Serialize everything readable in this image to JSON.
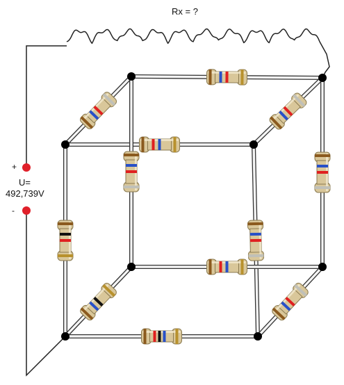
{
  "title": "Rx = ?",
  "source": {
    "plus": "+",
    "minus": "-",
    "name": "U=",
    "value": "492,739V"
  },
  "colors": {
    "wire": "#222222",
    "rail": "#f4f4f4",
    "node": "#000000",
    "terminal": "#e0202a",
    "resistor_body": "#d9c79a",
    "band_brown": "#8b5a1e",
    "band_blue": "#2850c8",
    "band_red": "#e02020",
    "band_black": "#111111",
    "band_gold": "#b8912d",
    "band_silver": "#c0c0b8",
    "band_white": "#e8e8e0"
  },
  "resistors": [
    {
      "id": "r-top-back",
      "bands": [
        "brown",
        "blue",
        "red",
        "gold"
      ]
    },
    {
      "id": "r-top-left",
      "bands": [
        "brown",
        "blue",
        "red",
        "silver"
      ]
    },
    {
      "id": "r-top-right",
      "bands": [
        "brown",
        "blue",
        "red",
        "silver"
      ]
    },
    {
      "id": "r-top-front",
      "bands": [
        "brown",
        "red",
        "blue",
        "gold"
      ]
    },
    {
      "id": "r-back-left",
      "bands": [
        "brown",
        "blue",
        "red",
        "silver"
      ]
    },
    {
      "id": "r-back-right",
      "bands": [
        "brown",
        "blue",
        "red",
        "silver"
      ]
    },
    {
      "id": "r-front-left",
      "bands": [
        "brown",
        "black",
        "red",
        "gold"
      ]
    },
    {
      "id": "r-front-right",
      "bands": [
        "brown",
        "blue",
        "red",
        "silver"
      ]
    },
    {
      "id": "r-bottom-back",
      "bands": [
        "brown",
        "red",
        "blue",
        "gold"
      ]
    },
    {
      "id": "r-bottom-left",
      "bands": [
        "brown",
        "blue",
        "black",
        "gold"
      ]
    },
    {
      "id": "r-bottom-right",
      "bands": [
        "brown",
        "blue",
        "red",
        "silver"
      ]
    },
    {
      "id": "r-bottom-front",
      "bands": [
        "brown",
        "red",
        "black",
        "blue",
        "gold"
      ]
    }
  ]
}
